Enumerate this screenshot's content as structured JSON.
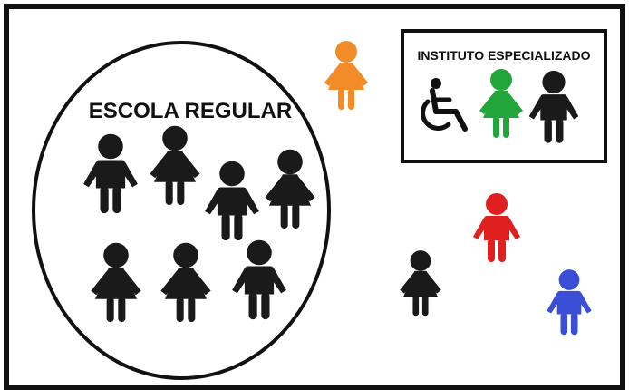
{
  "colors": {
    "frame": "#111111",
    "background": "#ffffff",
    "figure_black": "#1a1a1a",
    "figure_orange": "#f28c28",
    "figure_green": "#22a63a",
    "figure_red": "#e01f1f",
    "figure_blue": "#3b4fd6"
  },
  "escola": {
    "title": "ESCOLA REGULAR",
    "figures": [
      {
        "type": "boy",
        "color": "figure_black"
      },
      {
        "type": "girl",
        "color": "figure_black"
      },
      {
        "type": "boy",
        "color": "figure_black"
      },
      {
        "type": "girl",
        "color": "figure_black"
      },
      {
        "type": "girl",
        "color": "figure_black"
      },
      {
        "type": "girl",
        "color": "figure_black"
      },
      {
        "type": "boy",
        "color": "figure_black"
      }
    ]
  },
  "instituto": {
    "title": "INSTITUTO ESPECIALIZADO",
    "icons": [
      "wheelchair-icon",
      "girl-icon",
      "boy-icon"
    ],
    "figure_colors": [
      "figure_green",
      "figure_black"
    ]
  },
  "outside": {
    "figures": [
      {
        "type": "girl",
        "color": "figure_orange"
      },
      {
        "type": "boy",
        "color": "figure_red"
      },
      {
        "type": "girl",
        "color": "figure_black"
      },
      {
        "type": "boy",
        "color": "figure_blue"
      }
    ]
  }
}
